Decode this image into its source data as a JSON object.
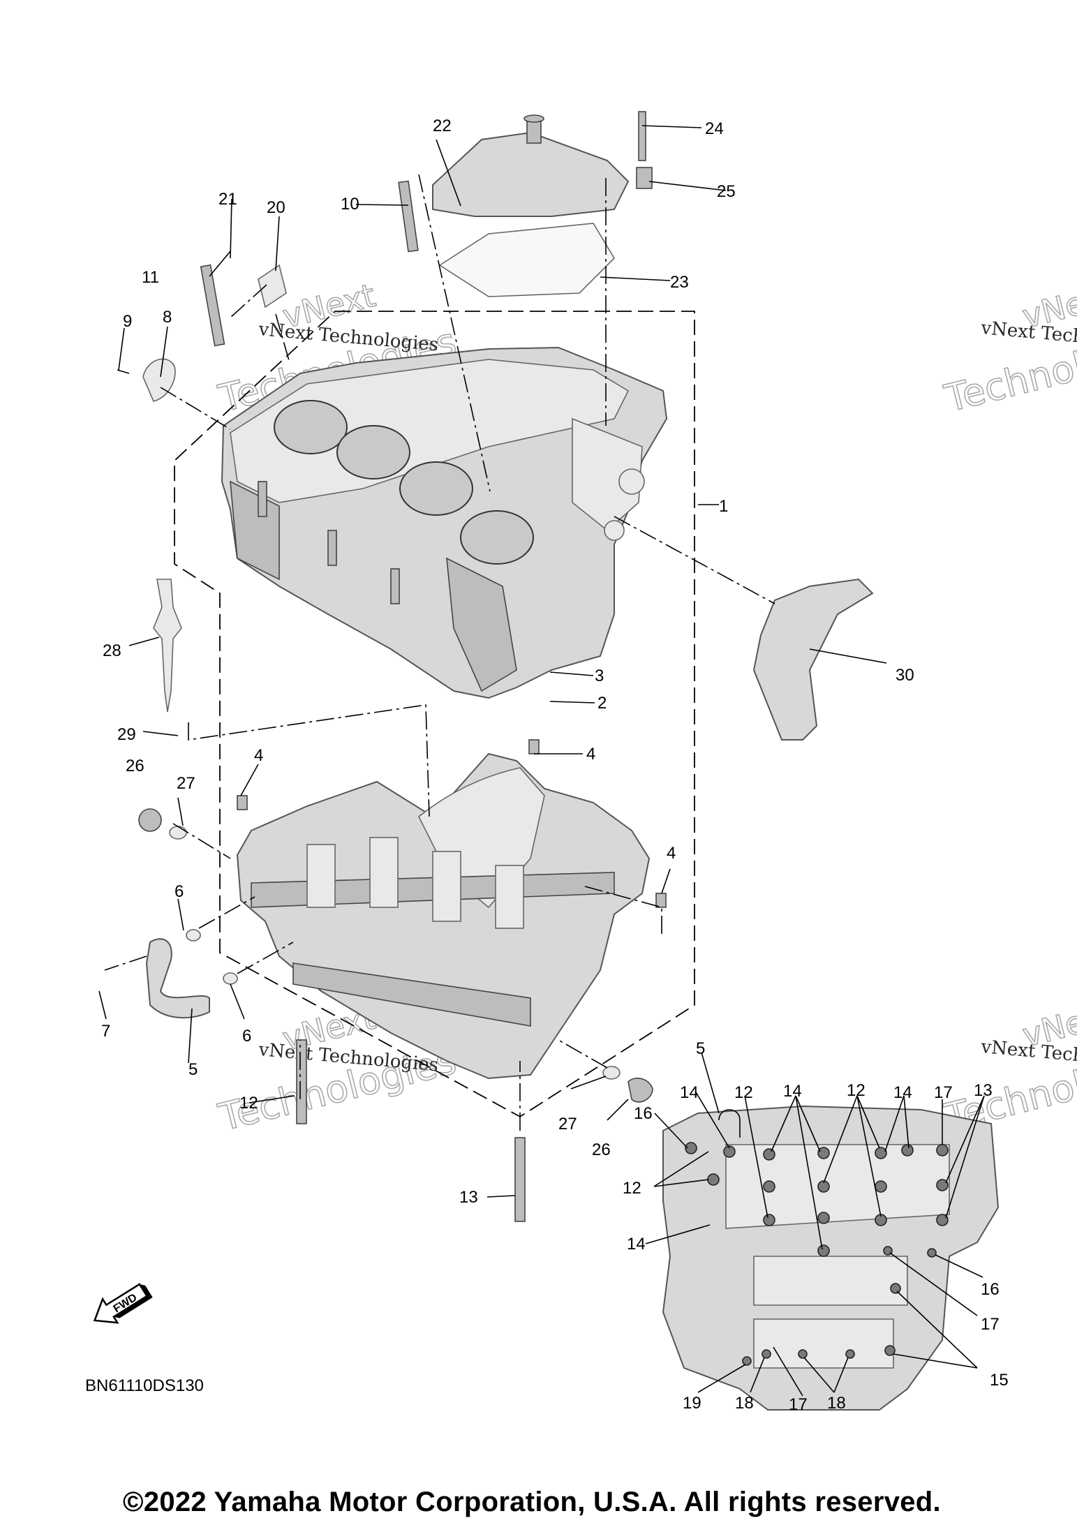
{
  "diagram_code": "BN61110DS130",
  "copyright": "©2022 Yamaha Motor Corporation, U.S.A. All rights reserved.",
  "fwd_label": "FWD",
  "watermark_small": "vNext Technologies",
  "watermark_top": "vNext",
  "watermark_bottom": "Technologies",
  "callouts": {
    "c1": "1",
    "c2": "2",
    "c3": "3",
    "c4a": "4",
    "c4b": "4",
    "c4c": "4",
    "c5a": "5",
    "c5b": "5",
    "c6a": "6",
    "c6b": "6",
    "c7": "7",
    "c8": "8",
    "c9": "9",
    "c10": "10",
    "c11": "11",
    "c12a": "12",
    "c12b": "12",
    "c12c": "12",
    "c12d": "12",
    "c13a": "13",
    "c13b": "13",
    "c14a": "14",
    "c14b": "14",
    "c14c": "14",
    "c14d": "14",
    "c15": "15",
    "c16a": "16",
    "c16b": "16",
    "c17a": "17",
    "c17b": "17",
    "c17c": "17",
    "c18a": "18",
    "c18b": "18",
    "c19": "19",
    "c20": "20",
    "c21": "21",
    "c22": "22",
    "c23": "23",
    "c24": "24",
    "c25": "25",
    "c26a": "26",
    "c26b": "26",
    "c27a": "27",
    "c27b": "27",
    "c28": "28",
    "c29": "29",
    "c30": "30"
  },
  "colors": {
    "part_fill": "#d8d8d8",
    "line": "#000000",
    "background": "#ffffff"
  },
  "icons": {
    "fwd_arrow": "fwd-arrow-icon"
  }
}
